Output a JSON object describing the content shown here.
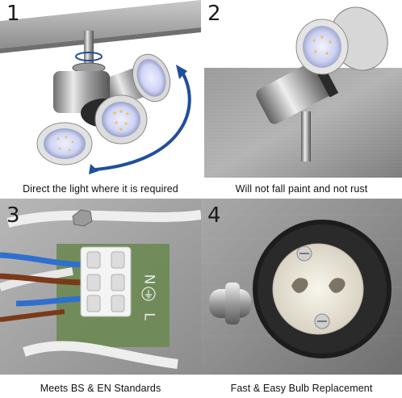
{
  "panels": [
    {
      "number": "1",
      "caption": "Direct the light where it is required"
    },
    {
      "number": "2",
      "caption": "Will not fall paint and not rust"
    },
    {
      "number": "3",
      "caption": "Meets BS & EN Standards"
    },
    {
      "number": "4",
      "caption": "Fast & Easy Bulb Replacement"
    }
  ],
  "panel3_board_letters": [
    "N",
    "L"
  ],
  "icons": {
    "rotate": "curved-arrow-icon",
    "earth": "earth-symbol-icon"
  },
  "colors": {
    "arrow_blue": "#1f4e9c",
    "wire_blue": "#2f6fd0",
    "wire_brown": "#7a3a1a",
    "board_green": "#6c8a54",
    "brushed_metal": "#8d8d8d"
  }
}
